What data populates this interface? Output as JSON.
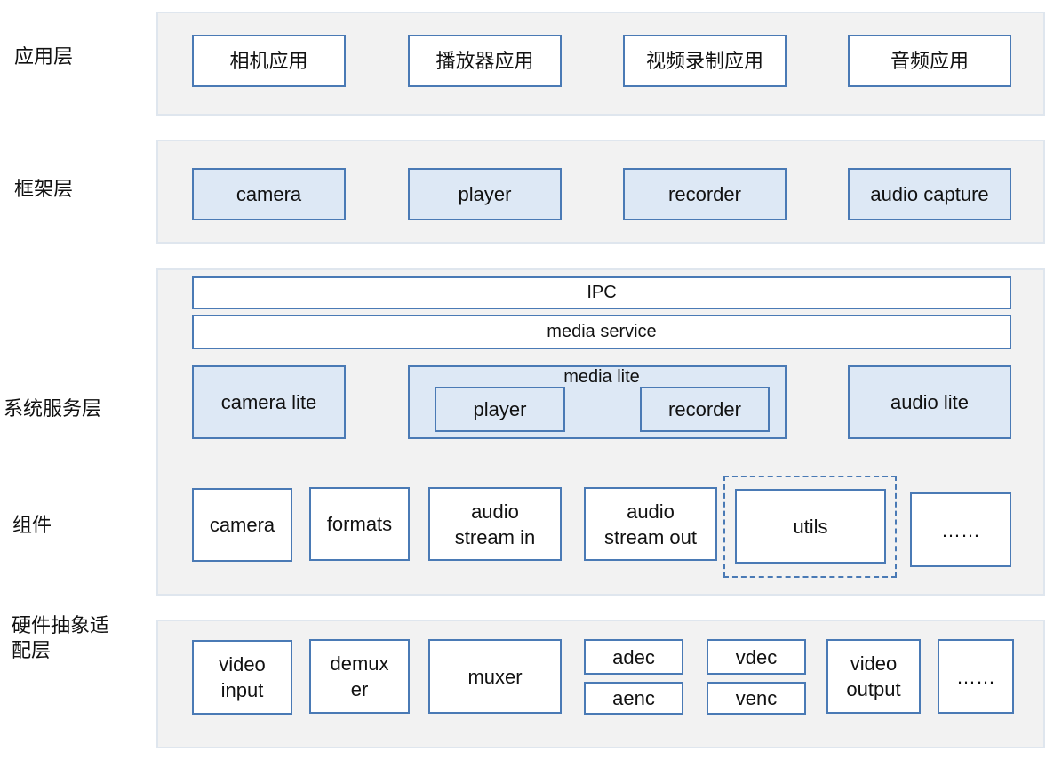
{
  "layers": {
    "app": "应用层",
    "framework": "框架层",
    "service": "系统服务层",
    "component": "组件",
    "hal": "硬件抽象适配层"
  },
  "app_layer": {
    "camera_app": "相机应用",
    "player_app": "播放器应用",
    "video_record_app": "视频录制应用",
    "audio_app": "音频应用"
  },
  "framework_layer": {
    "camera": "camera",
    "player": "player",
    "recorder": "recorder",
    "audio_capture": "audio capture"
  },
  "service_layer": {
    "ipc": "IPC",
    "media_service": "media service",
    "camera_lite": "camera lite",
    "media_lite": "media lite",
    "media_lite_player": "player",
    "media_lite_recorder": "recorder",
    "audio_lite": "audio lite"
  },
  "component_layer": {
    "camera": "camera",
    "formats": "formats",
    "audio_stream_in": "audio\nstream in",
    "audio_stream_out": "audio\nstream out",
    "utils": "utils",
    "more": "……"
  },
  "hal_layer": {
    "video_input": "video\ninput",
    "demuxer": "demux\ner",
    "muxer": "muxer",
    "adec": "adec",
    "aenc": "aenc",
    "vdec": "vdec",
    "venc": "venc",
    "video_output": "video\noutput",
    "more": "……"
  }
}
